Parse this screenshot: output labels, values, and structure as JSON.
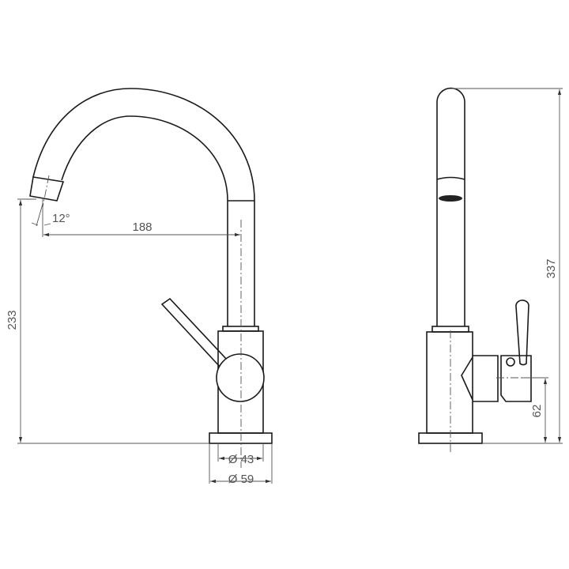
{
  "dimensions": {
    "height_to_spout": "233",
    "reach": "188",
    "spout_angle": "12°",
    "body_diameter": "Ø 43",
    "base_diameter": "Ø 59",
    "total_height": "337",
    "handle_height": "62"
  },
  "colors": {
    "line": "#1a1a1a",
    "dimension": "#555555"
  }
}
